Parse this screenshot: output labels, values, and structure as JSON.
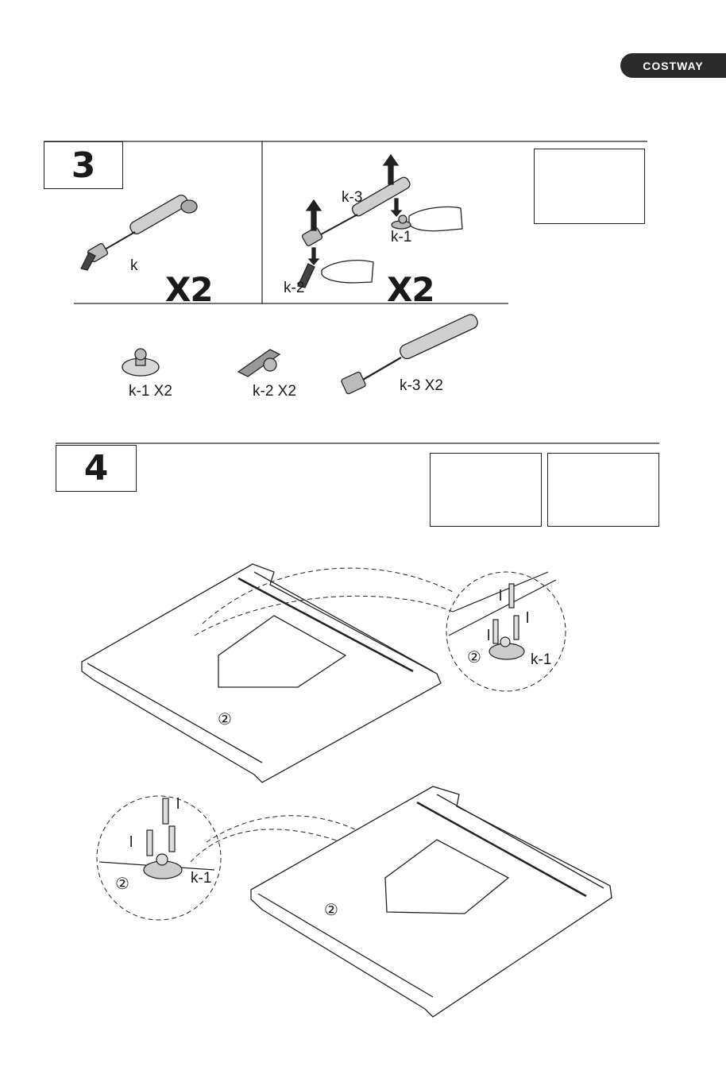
{
  "brand": "COSTWAY",
  "step3": {
    "number": "3",
    "part_k": "k",
    "mult_left": "X2",
    "mult_right": "X2",
    "label_k1": "k-1",
    "label_k2": "k-2",
    "label_k3": "k-3",
    "parts": [
      {
        "label": "k-1 X2"
      },
      {
        "label": "k-2  X2"
      },
      {
        "label": "k-3  X2"
      }
    ]
  },
  "step4": {
    "number": "4",
    "label_screw": "l",
    "label_k1": "k-1",
    "label_panel": "②"
  }
}
